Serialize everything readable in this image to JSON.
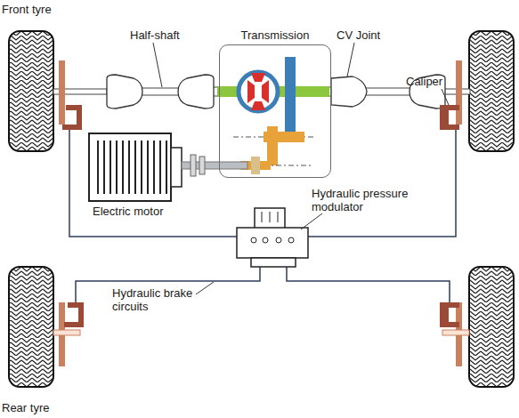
{
  "diagram": {
    "nodes": [
      {
        "text": [
          "Transmission"
        ]
      }
    ],
    "labels": [
      "Front tyre",
      "Half-shaft",
      "CV Joint",
      "Caliper",
      "Electric motor",
      "Hydraulic pressure modulator",
      "Hydraulic brake circuits",
      "Rear tyre"
    ]
  }
}
